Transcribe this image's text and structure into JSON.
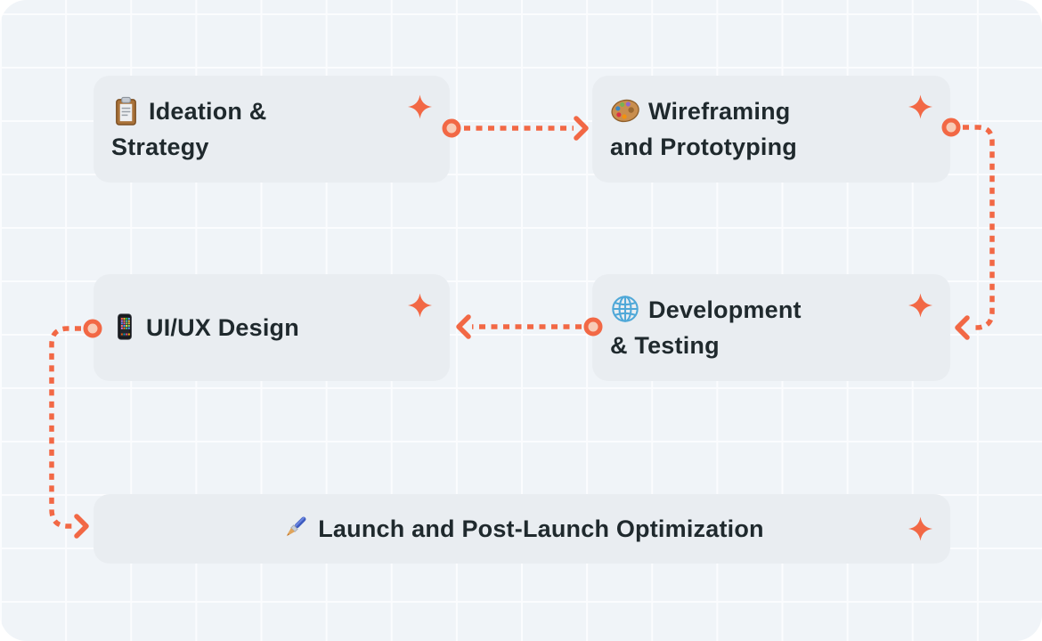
{
  "diagram": {
    "type": "process-flow",
    "background": "grid-paper",
    "colors": {
      "accent_orange": "#f26845",
      "connector_dot_fill": "#f8cbb6",
      "card_background": "#e9edf1",
      "canvas_background": "#f0f4f8",
      "grid_line": "#fbfcfe",
      "text": "#1f292d"
    },
    "cards": [
      {
        "id": "ideation-strategy",
        "icon": "clipboard-icon",
        "label": "Ideation & Strategy",
        "lines": [
          "Ideation &",
          "Strategy"
        ],
        "decoration": "sparkle-icon"
      },
      {
        "id": "wireframing-prototyping",
        "icon": "palette-icon",
        "label": "Wireframing and Prototyping",
        "lines": [
          "Wireframing",
          "and Prototyping"
        ],
        "decoration": "sparkle-icon"
      },
      {
        "id": "uiux-design",
        "icon": "mobile-phone-icon",
        "label": "UI/UX Design",
        "lines": [
          "UI/UX Design"
        ],
        "decoration": "sparkle-icon"
      },
      {
        "id": "development-testing",
        "icon": "globe-icon",
        "label": "Development & Testing",
        "lines": [
          "Development",
          "& Testing"
        ],
        "decoration": "sparkle-icon"
      },
      {
        "id": "launch-optimization",
        "icon": "paintbrush-icon",
        "label": "Launch and Post-Launch Optimization",
        "lines": [
          "Launch and Post-Launch Optimization"
        ],
        "decoration": "sparkle-icon"
      }
    ],
    "connectors": [
      {
        "from": "ideation-strategy",
        "to": "wireframing-prototyping",
        "style": "dashed",
        "start": "ring-dot",
        "end": "chevron-arrow",
        "route": "straight-right"
      },
      {
        "from": "wireframing-prototyping",
        "to": "development-testing",
        "style": "dashed",
        "start": "ring-dot",
        "end": "chevron-arrow",
        "route": "right-side-down"
      },
      {
        "from": "development-testing",
        "to": "uiux-design",
        "style": "dashed",
        "start": "ring-dot",
        "end": "chevron-arrow",
        "route": "straight-left"
      },
      {
        "from": "uiux-design",
        "to": "launch-optimization",
        "style": "dashed",
        "start": "ring-dot",
        "end": "chevron-arrow",
        "route": "left-side-down"
      }
    ]
  }
}
